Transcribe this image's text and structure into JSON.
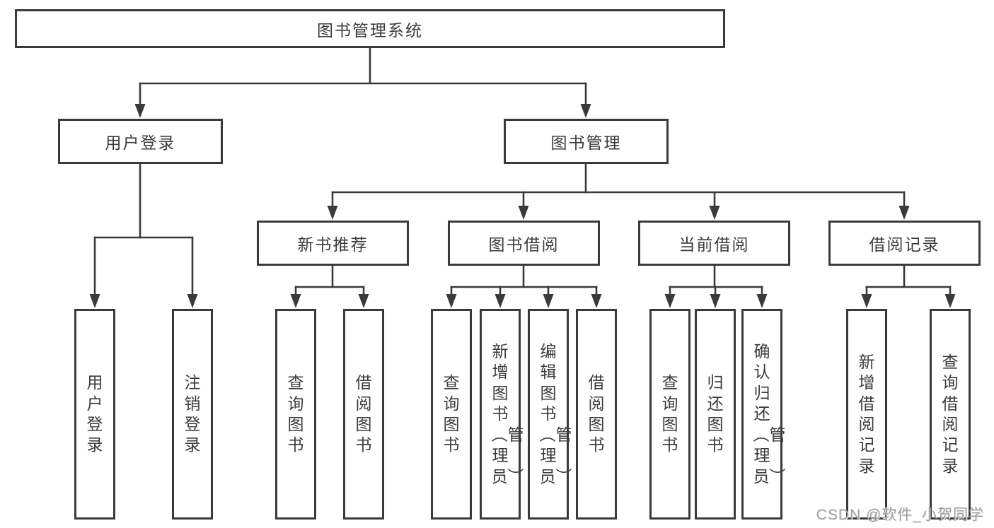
{
  "diagram": {
    "root": {
      "label": "图书管理系统"
    },
    "branches": [
      {
        "label": "用户登录",
        "children": [
          {
            "label": "用户登录"
          },
          {
            "label": "注销登录"
          }
        ]
      },
      {
        "label": "图书管理",
        "children": [
          {
            "label": "新书推荐",
            "children": [
              {
                "label": "查询图书"
              },
              {
                "label": "借阅图书"
              }
            ]
          },
          {
            "label": "图书借阅",
            "children": [
              {
                "label": "查询图书"
              },
              {
                "label": "新增图书（管理员）"
              },
              {
                "label": "编辑图书（管理员）"
              },
              {
                "label": "借阅图书"
              }
            ]
          },
          {
            "label": "当前借阅",
            "children": [
              {
                "label": "查询图书"
              },
              {
                "label": "归还图书"
              },
              {
                "label": "确认归还（管理员）"
              }
            ]
          },
          {
            "label": "借阅记录",
            "children": [
              {
                "label": "新增借阅记录"
              },
              {
                "label": "查询借阅记录"
              }
            ]
          }
        ]
      }
    ]
  },
  "watermark": {
    "text": "CSDN @软件_小贺同学"
  },
  "colors": {
    "line": "#3a3a3c",
    "text": "#3b3b3d",
    "box_background": "#ffffff",
    "watermark_text": "#9e9e9e"
  }
}
